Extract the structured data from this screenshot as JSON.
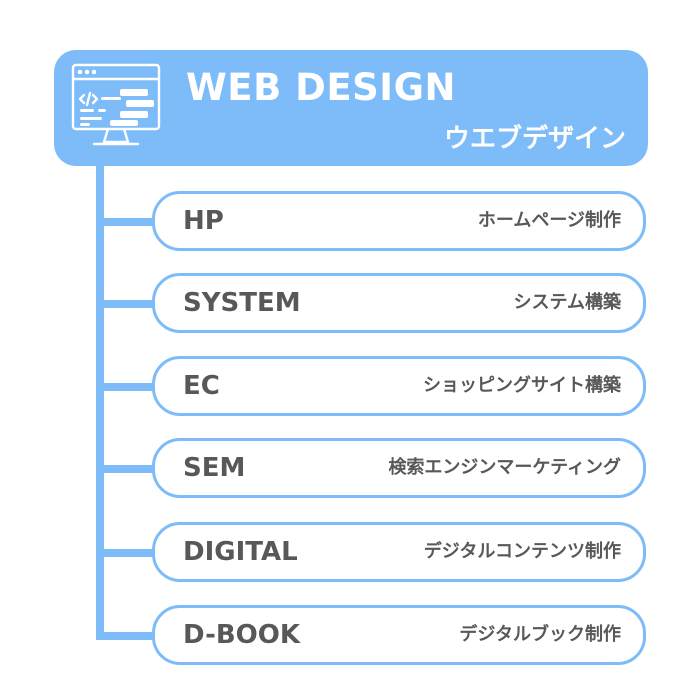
{
  "header": {
    "title": "WEB DESIGN",
    "subtitle": "ウエブデザイン",
    "icon": "web-code-monitor-icon"
  },
  "colors": {
    "accent": "#7dbcf8",
    "text": "#595757",
    "background": "#ffffff"
  },
  "items": [
    {
      "code": "HP",
      "desc": "ホームページ制作"
    },
    {
      "code": "SYSTEM",
      "desc": "システム構築"
    },
    {
      "code": "EC",
      "desc": "ショッピングサイト構築"
    },
    {
      "code": "SEM",
      "desc": "検索エンジンマーケティング"
    },
    {
      "code": "DIGITAL",
      "desc": "デジタルコンテンツ制作"
    },
    {
      "code": "D-BOOK",
      "desc": "デジタルブック制作"
    }
  ]
}
